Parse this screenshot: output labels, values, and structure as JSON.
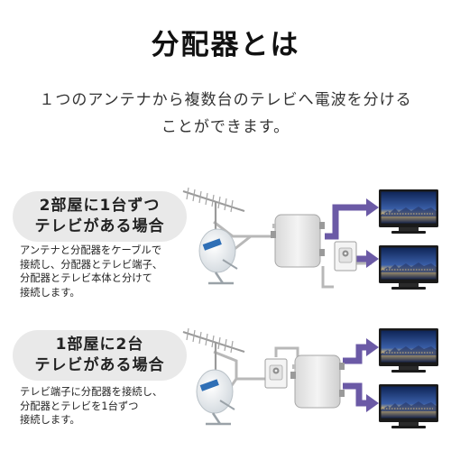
{
  "title": "分配器とは",
  "subtitle_line1": "１つのアンテナから複数台のテレビへ電波を分ける",
  "subtitle_line2": "ことができます。",
  "section1": {
    "heading_line1": "2部屋に1台ずつ",
    "heading_line2": "テレビがある場合",
    "desc_lines": [
      "アンテナと分配器をケーブルで",
      "接続し、分配器とテレビ端子、",
      "分配器とテレビ本体と分けて",
      "接続します。"
    ]
  },
  "section2": {
    "heading_line1": "1部屋に2台",
    "heading_line2": "テレビがある場合",
    "desc_lines": [
      "テレビ端子に分配器を接続し、",
      "分配器とテレビを1台ずつ",
      "接続します。"
    ]
  },
  "colors": {
    "arrow": "#6b5aa6",
    "cable": "#b8b8b8",
    "pill_bg": "#e9e9e9",
    "screen_sky": "#1d3b7a"
  },
  "icons": [
    "uhf-antenna-icon",
    "bs-dish-antenna-icon",
    "splitter-icon",
    "wall-outlet-icon",
    "television-icon"
  ]
}
